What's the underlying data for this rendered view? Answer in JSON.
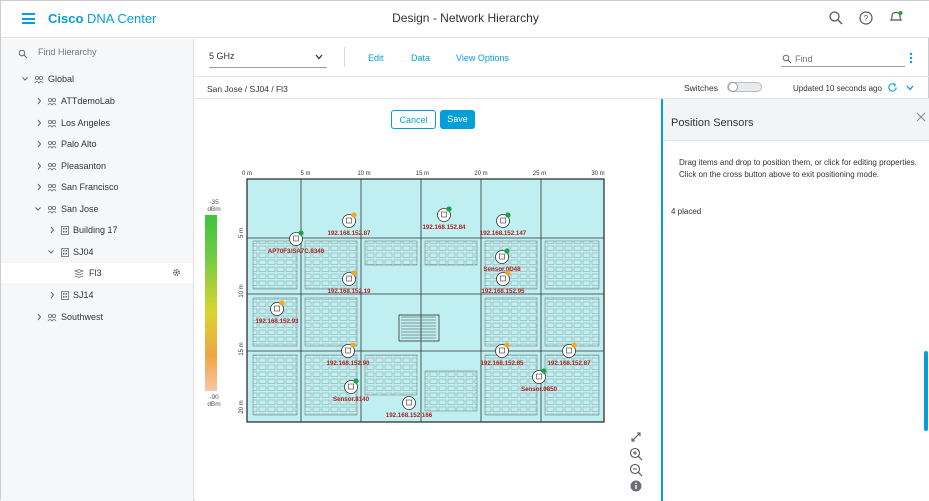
{
  "app": {
    "brand_bold": "Cisco",
    "brand_rest": " DNA Center"
  },
  "header": {
    "section": "Design",
    "separator": " - ",
    "page": "Network Hierarchy"
  },
  "sidebar": {
    "search_placeholder": "Find Hierarchy",
    "items": [
      {
        "label": "Global"
      },
      {
        "label": "ATTdemoLab"
      },
      {
        "label": "Los Angeles"
      },
      {
        "label": "Palo Alto"
      },
      {
        "label": "Pleasanton"
      },
      {
        "label": "San Francisco"
      },
      {
        "label": "San Jose"
      },
      {
        "label": "Building 17"
      },
      {
        "label": "SJ04"
      },
      {
        "label": "Fl3"
      },
      {
        "label": "SJ14"
      },
      {
        "label": "Southwest"
      }
    ]
  },
  "toolbar": {
    "band": "5 GHz",
    "edit": "Edit",
    "data": "Data",
    "view_options": "View Options",
    "find_placeholder": "Find"
  },
  "crumbrow": {
    "breadcrumb": "San Jose / SJ04 / Fl3",
    "switches_label": "Switches",
    "switches_on": false,
    "updated": "Updated 10 seconds ago"
  },
  "actions": {
    "cancel": "Cancel",
    "save": "Save"
  },
  "heat_legend": {
    "top_value": "-35",
    "top_unit": "dBm",
    "bottom_value": "-90",
    "bottom_unit": "dBm"
  },
  "floor": {
    "x_ticks": [
      "0 m",
      "5 m",
      "10 m",
      "15 m",
      "20 m",
      "25 m",
      "30 m"
    ],
    "y_ticks": [
      "5 m",
      "10 m",
      "15 m",
      "20 m"
    ],
    "devices": [
      {
        "label": "192.168.152.87",
        "status": "orange"
      },
      {
        "label": "192.168.152.84",
        "status": "green"
      },
      {
        "label": "192.168.152.147",
        "status": "green"
      },
      {
        "label": "AP70F3/SA7C.8340",
        "status": "green"
      },
      {
        "label": "Sensor.0D48",
        "status": "green"
      },
      {
        "label": "192.168.152.19",
        "status": "orange"
      },
      {
        "label": "192.168.152.95",
        "status": "orange"
      },
      {
        "label": "192.168.152.93",
        "status": "orange"
      },
      {
        "label": "192.168.152.90",
        "status": "orange"
      },
      {
        "label": "192.168.152.85",
        "status": "orange"
      },
      {
        "label": "192.168.152.87",
        "status": "orange"
      },
      {
        "label": "Sensor.8140",
        "status": "green"
      },
      {
        "label": "Sensor.0850",
        "status": "green"
      },
      {
        "label": "192.168.152.166",
        "status": "none"
      }
    ]
  },
  "panel": {
    "title": "Position Sensors",
    "instructions": "Drag items and drop to position them, or click for editing properties. Click on the cross button above to exit positioning mode.",
    "placed_count": "4 placed"
  },
  "colors": {
    "accent": "#049fd9",
    "floor": "#bfeff0",
    "status_green": "#1aa34a",
    "status_orange": "#f5a623"
  },
  "icons": [
    "hamburger-icon",
    "search-icon",
    "help-icon",
    "notifications-icon",
    "site-icon",
    "building-icon",
    "floor-icon",
    "gear-icon",
    "close-icon",
    "refresh-icon",
    "zoom-in-icon",
    "zoom-out-icon",
    "fit-icon",
    "info-icon",
    "access-point-icon"
  ]
}
